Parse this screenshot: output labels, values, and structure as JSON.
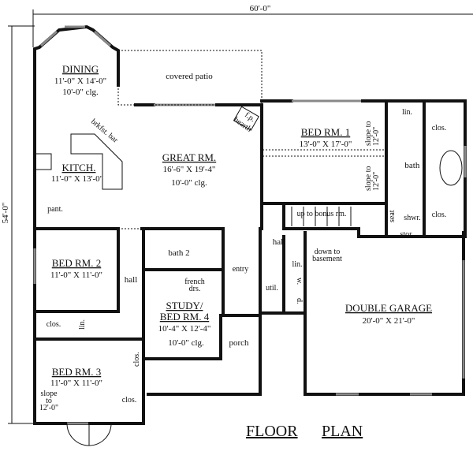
{
  "dimensions": {
    "width": "60'-0\"",
    "depth": "54'-0\""
  },
  "rooms": {
    "dining": {
      "name": "DINING",
      "size": "11'-0\" X 14'-0\"",
      "ceiling": "10'-0\" clg."
    },
    "covered_patio": {
      "name": "covered patio"
    },
    "breakfast_bar": {
      "name": "brkfst. bar"
    },
    "fireplace": {
      "name": "f.p.",
      "hearth": "hearth"
    },
    "great_room": {
      "name": "GREAT RM.",
      "size": "16'-6\" X 19'-4\"",
      "ceiling": "10'-0\" clg."
    },
    "kitchen": {
      "name": "KITCH.",
      "size": "11'-0\" X 13'-0\""
    },
    "pantry": {
      "name": "pant."
    },
    "bed1": {
      "name": "BED RM. 1",
      "size": "13'-0\" X 17'-0\"",
      "slope_a": "slope to",
      "slope_b": "12'-0\""
    },
    "bath1": {
      "name": "bath 1",
      "linen": "lin.",
      "closet_top": "clos.",
      "closet_bottom": "clos.",
      "seat": "seat",
      "shower": "shwr.",
      "storage": "stor."
    },
    "stairs": {
      "up": "up to bonus rm.",
      "down_a": "down to",
      "down_b": "basement"
    },
    "hall_right": {
      "name": "hall"
    },
    "utility": {
      "name": "util.",
      "linen": "lin.",
      "washer": "w.",
      "dryer": "d."
    },
    "garage": {
      "name": "DOUBLE GARAGE",
      "size": "20'-0\" X 21'-0\""
    },
    "bed2": {
      "name": "BED RM. 2",
      "size": "11'-0\" X 11'-0\"",
      "closet": "clos.",
      "linen": "lin."
    },
    "hall_left": {
      "name": "hall"
    },
    "bath2": {
      "name": "bath 2"
    },
    "entry": {
      "name": "entry"
    },
    "french_doors": {
      "a": "french",
      "b": "drs."
    },
    "study": {
      "name_a": "STUDY/",
      "name_b": "BED RM. 4",
      "size": "10'-4\" X 12'-4\"",
      "ceiling": "10'-0\" clg."
    },
    "porch": {
      "name": "porch"
    },
    "bed3": {
      "name": "BED RM. 3",
      "size": "11'-0\" X 11'-0\"",
      "slope_a": "slope",
      "slope_b": "to",
      "slope_c": "12'-0\"",
      "closet_a": "clos.",
      "closet_b": "clos."
    }
  },
  "title": {
    "a": "FLOOR",
    "b": "PLAN"
  }
}
